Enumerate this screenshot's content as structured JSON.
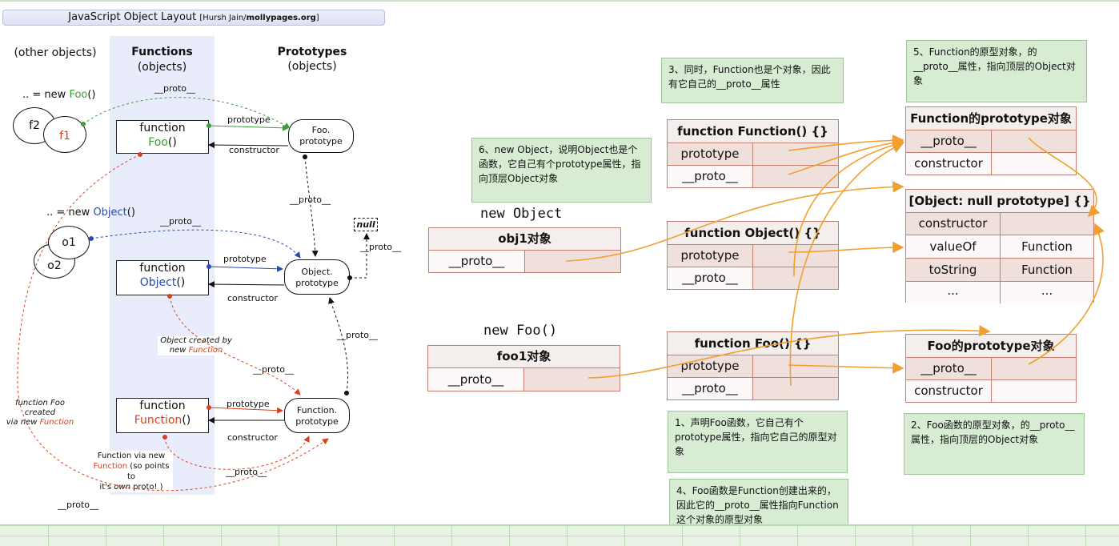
{
  "left": {
    "title": "JavaScript Object Layout",
    "source": "[Hursh Jain/",
    "source_bold": "mollypages.org",
    "source_end": "]",
    "columns": {
      "other": "(other objects)",
      "functions_1": "Functions",
      "functions_2": "(objects)",
      "prototypes_1": "Prototypes",
      "prototypes_2": "(objects)"
    },
    "new_foo_prefix": ".. = new ",
    "new_foo_name": "Foo",
    "new_foo_suffix": "()",
    "new_object_prefix": ".. = new ",
    "new_object_name": "Object",
    "new_object_suffix": "()",
    "f2": "f2",
    "f1": "f1",
    "o1": "o1",
    "o2": "o2",
    "fn_foo_1": "function",
    "fn_foo_2": "Foo",
    "fn_foo_3": "()",
    "fn_object_1": "function",
    "fn_object_2": "Object",
    "fn_object_3": "()",
    "fn_function_1": "function",
    "fn_function_2": "Function",
    "fn_function_3": "()",
    "foo_proto_1": "Foo.",
    "foo_proto_2": "prototype",
    "object_proto_1": "Object.",
    "object_proto_2": "prototype",
    "function_proto_1": "Function.",
    "function_proto_2": "prototype",
    "null": "null",
    "proto": "__proto__",
    "prototype": "prototype",
    "constructor": "constructor",
    "obj_created_1": "Object created by",
    "obj_created_2": "new ",
    "obj_created_3": "Function",
    "foo_created_1": "function Foo",
    "foo_created_2": "created",
    "foo_created_3": "via new ",
    "foo_created_4": "Function",
    "fn_via_1": "Function via new",
    "fn_via_2": "Function",
    "fn_via_3": " (so points to",
    "fn_via_4": "it's ",
    "fn_via_5": "own",
    "fn_via_6": " proto! )"
  },
  "right": {
    "new_object": "new Object",
    "new_foo": "new Foo()",
    "obj1": {
      "title": "obj1对象",
      "row": "__proto__"
    },
    "foo1": {
      "title": "foo1对象",
      "row": "__proto__"
    },
    "fn_function": {
      "title": "function Function() {}",
      "rows": [
        "prototype",
        "__proto__"
      ]
    },
    "fn_object": {
      "title": "function Object() {}",
      "rows": [
        "prototype",
        "__proto__"
      ]
    },
    "fn_foo": {
      "title": "function Foo() {}",
      "rows": [
        "prototype",
        "__proto__"
      ]
    },
    "function_proto": {
      "title": "Function的prototype对象",
      "rows": [
        "__proto__",
        "constructor"
      ]
    },
    "object_proto": {
      "title": "[Object: null prototype] {}",
      "rows": [
        [
          "constructor",
          ""
        ],
        [
          "valueOf",
          "Function"
        ],
        [
          "toString",
          "Function"
        ],
        [
          "...",
          "..."
        ]
      ]
    },
    "foo_proto": {
      "title": "Foo的prototype对象",
      "rows": [
        "__proto__",
        "constructor"
      ]
    },
    "notes": {
      "n1": "1、声明Foo函数，它自己有个prototype属性，指向它自己的原型对象",
      "n2": "2、Foo函数的原型对象，的__proto__属性，指向顶层的Object对象",
      "n3": "3、同时，Function也是个对象，因此有它自己的__proto__属性",
      "n4": "4、Foo函数是Function创建出来的，因此它的__proto__属性指向Function这个对象的原型对象",
      "n5": "5、Function的原型对象，的__proto__属性，指向顶层的Object对象",
      "n6": "6、new Object，说明Object也是个函数，它自己有个prototype属性，指向顶层Object对象"
    }
  },
  "colors": {
    "green": "#3aa035",
    "blue": "#2a4ab0",
    "red": "#d5431f",
    "orange": "#f0a030",
    "table_border": "#c27e72",
    "note_bg": "#d7ecd2"
  }
}
